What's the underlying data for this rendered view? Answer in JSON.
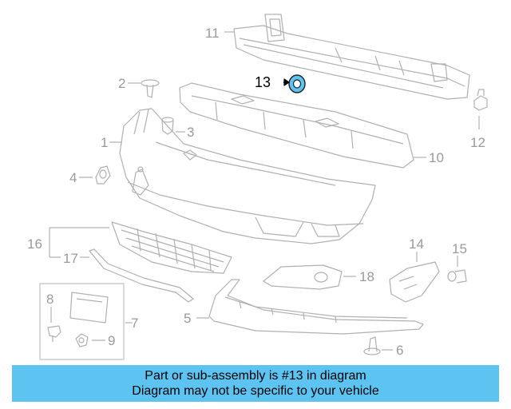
{
  "callouts": {
    "c1": "1",
    "c2": "2",
    "c3": "3",
    "c4": "4",
    "c5": "5",
    "c6": "6",
    "c7": "7",
    "c8": "8",
    "c9": "9",
    "c10": "10",
    "c11": "11",
    "c12": "12",
    "c13": "13",
    "c14": "14",
    "c15": "15",
    "c16": "16",
    "c17": "17",
    "c18": "18"
  },
  "highlight": {
    "callout": "13",
    "color": "#5dc4f2"
  },
  "colors": {
    "line": "#b0b0b0",
    "label": "#9a9a9a",
    "banner": "#5dc4f2"
  },
  "banner": {
    "line1": "Part or sub-assembly is #13 in diagram",
    "line2": "Diagram may not be specific to your vehicle"
  }
}
